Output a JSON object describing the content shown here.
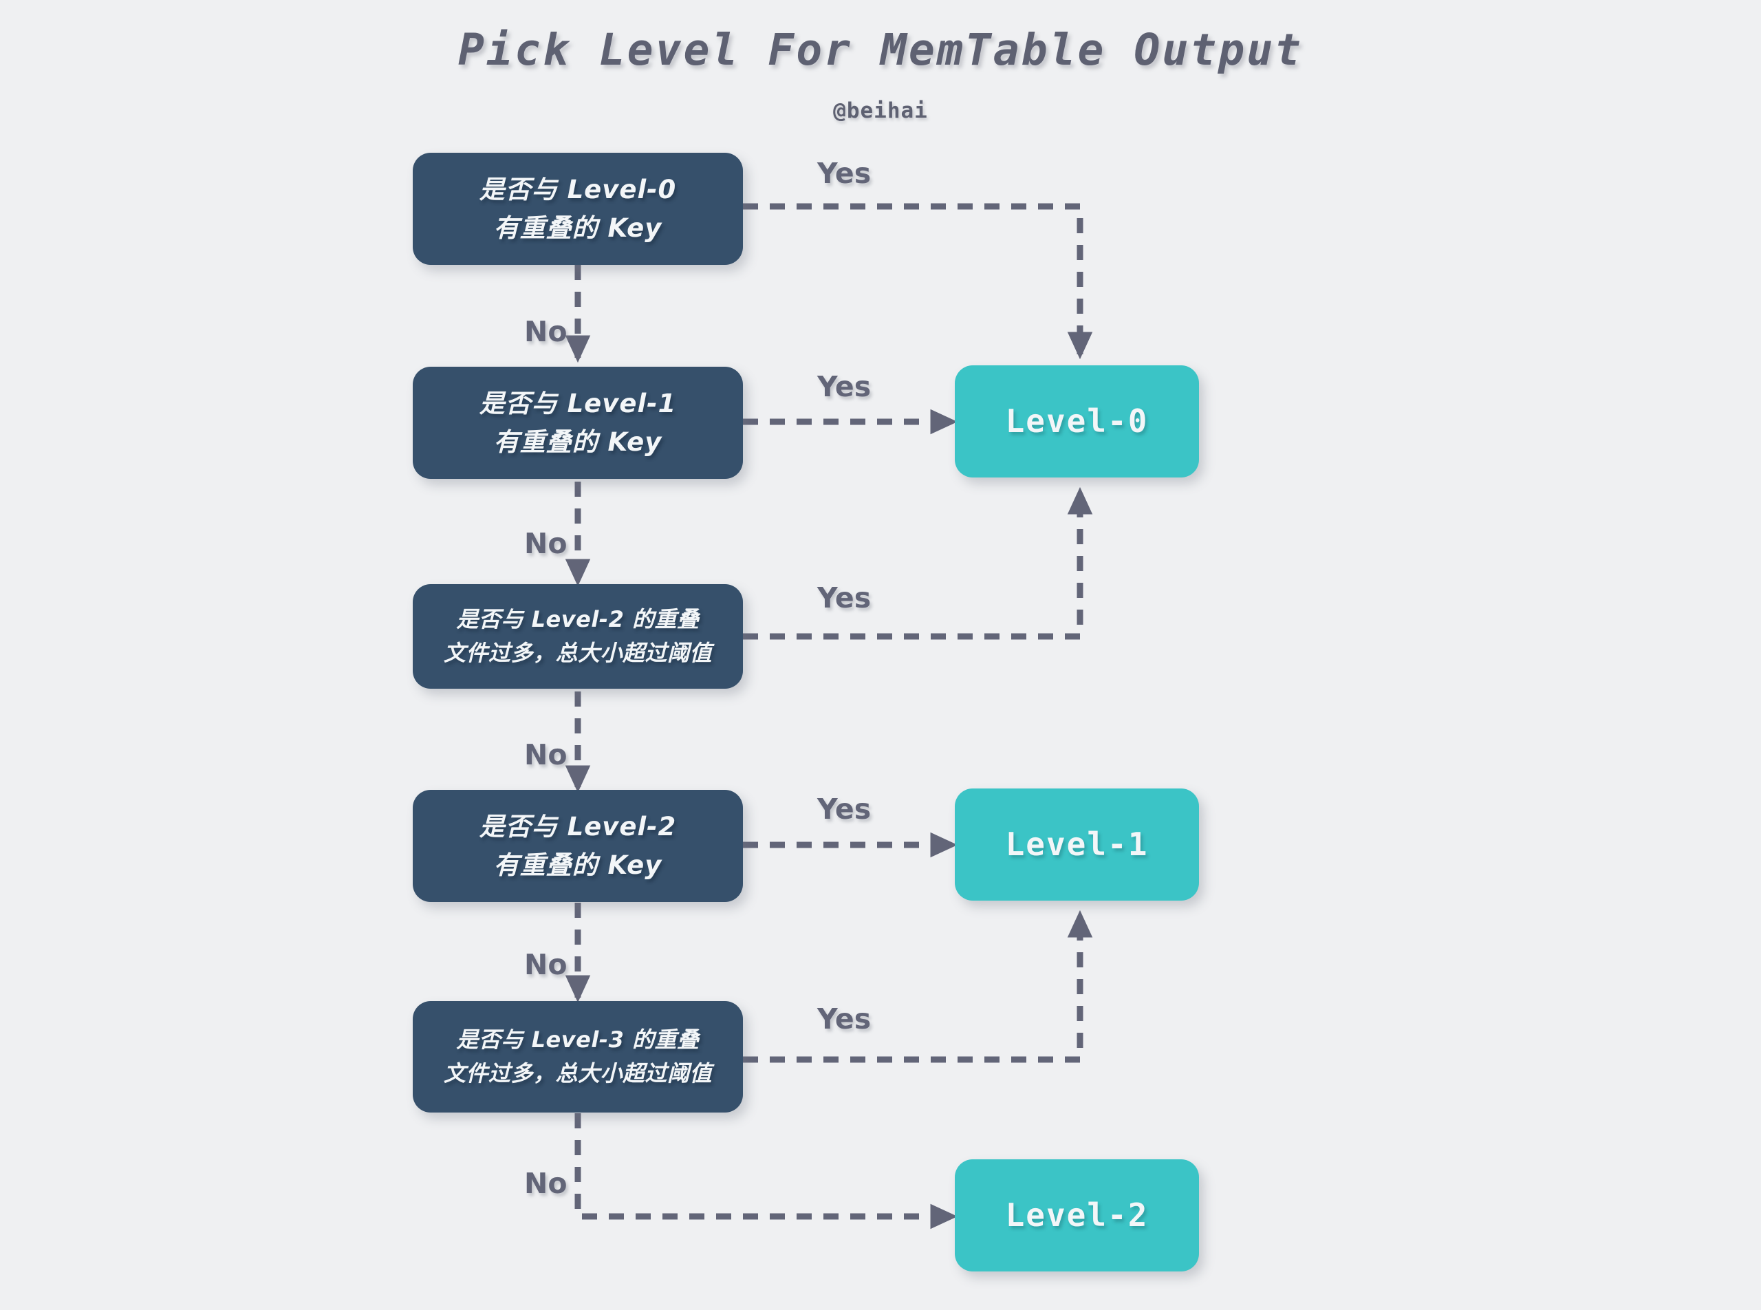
{
  "header": {
    "title": "Pick Level For MemTable Output",
    "subtitle": "@beihai"
  },
  "colors": {
    "background": "#eff0f2",
    "decision_node": "#36506b",
    "result_node": "#3bc4c6",
    "node_text": "#f3f6f8",
    "edge": "#626578",
    "title_text": "#5e6172"
  },
  "flowchart": {
    "type": "decision-flow",
    "decision_nodes": [
      {
        "id": "d0",
        "line1": "是否与 Level-0",
        "line2": "有重叠的 Key",
        "yes_target": "Level-0",
        "no_target": "d1"
      },
      {
        "id": "d1",
        "line1": "是否与 Level-1",
        "line2": "有重叠的 Key",
        "yes_target": "Level-0",
        "no_target": "d2"
      },
      {
        "id": "d2",
        "line1": "是否与 Level-2 的重叠",
        "line2": "文件过多，总大小超过阈值",
        "yes_target": "Level-0",
        "no_target": "d3"
      },
      {
        "id": "d3",
        "line1": "是否与 Level-2",
        "line2": "有重叠的 Key",
        "yes_target": "Level-1",
        "no_target": "d4"
      },
      {
        "id": "d4",
        "line1": "是否与 Level-3 的重叠",
        "line2": "文件过多，总大小超过阈值",
        "yes_target": "Level-1",
        "no_target": "Level-2"
      }
    ],
    "result_nodes": [
      {
        "id": "r0",
        "label": "Level-0"
      },
      {
        "id": "r1",
        "label": "Level-1"
      },
      {
        "id": "r2",
        "label": "Level-2"
      }
    ],
    "edge_labels": {
      "yes": "Yes",
      "no": "No"
    },
    "edges": [
      {
        "from": "d0",
        "label": "Yes",
        "to": "r0"
      },
      {
        "from": "d0",
        "label": "No",
        "to": "d1"
      },
      {
        "from": "d1",
        "label": "Yes",
        "to": "r0"
      },
      {
        "from": "d1",
        "label": "No",
        "to": "d2"
      },
      {
        "from": "d2",
        "label": "Yes",
        "to": "r0"
      },
      {
        "from": "d2",
        "label": "No",
        "to": "d3"
      },
      {
        "from": "d3",
        "label": "Yes",
        "to": "r1"
      },
      {
        "from": "d3",
        "label": "No",
        "to": "d4"
      },
      {
        "from": "d4",
        "label": "Yes",
        "to": "r1"
      },
      {
        "from": "d4",
        "label": "No",
        "to": "r2"
      }
    ]
  }
}
